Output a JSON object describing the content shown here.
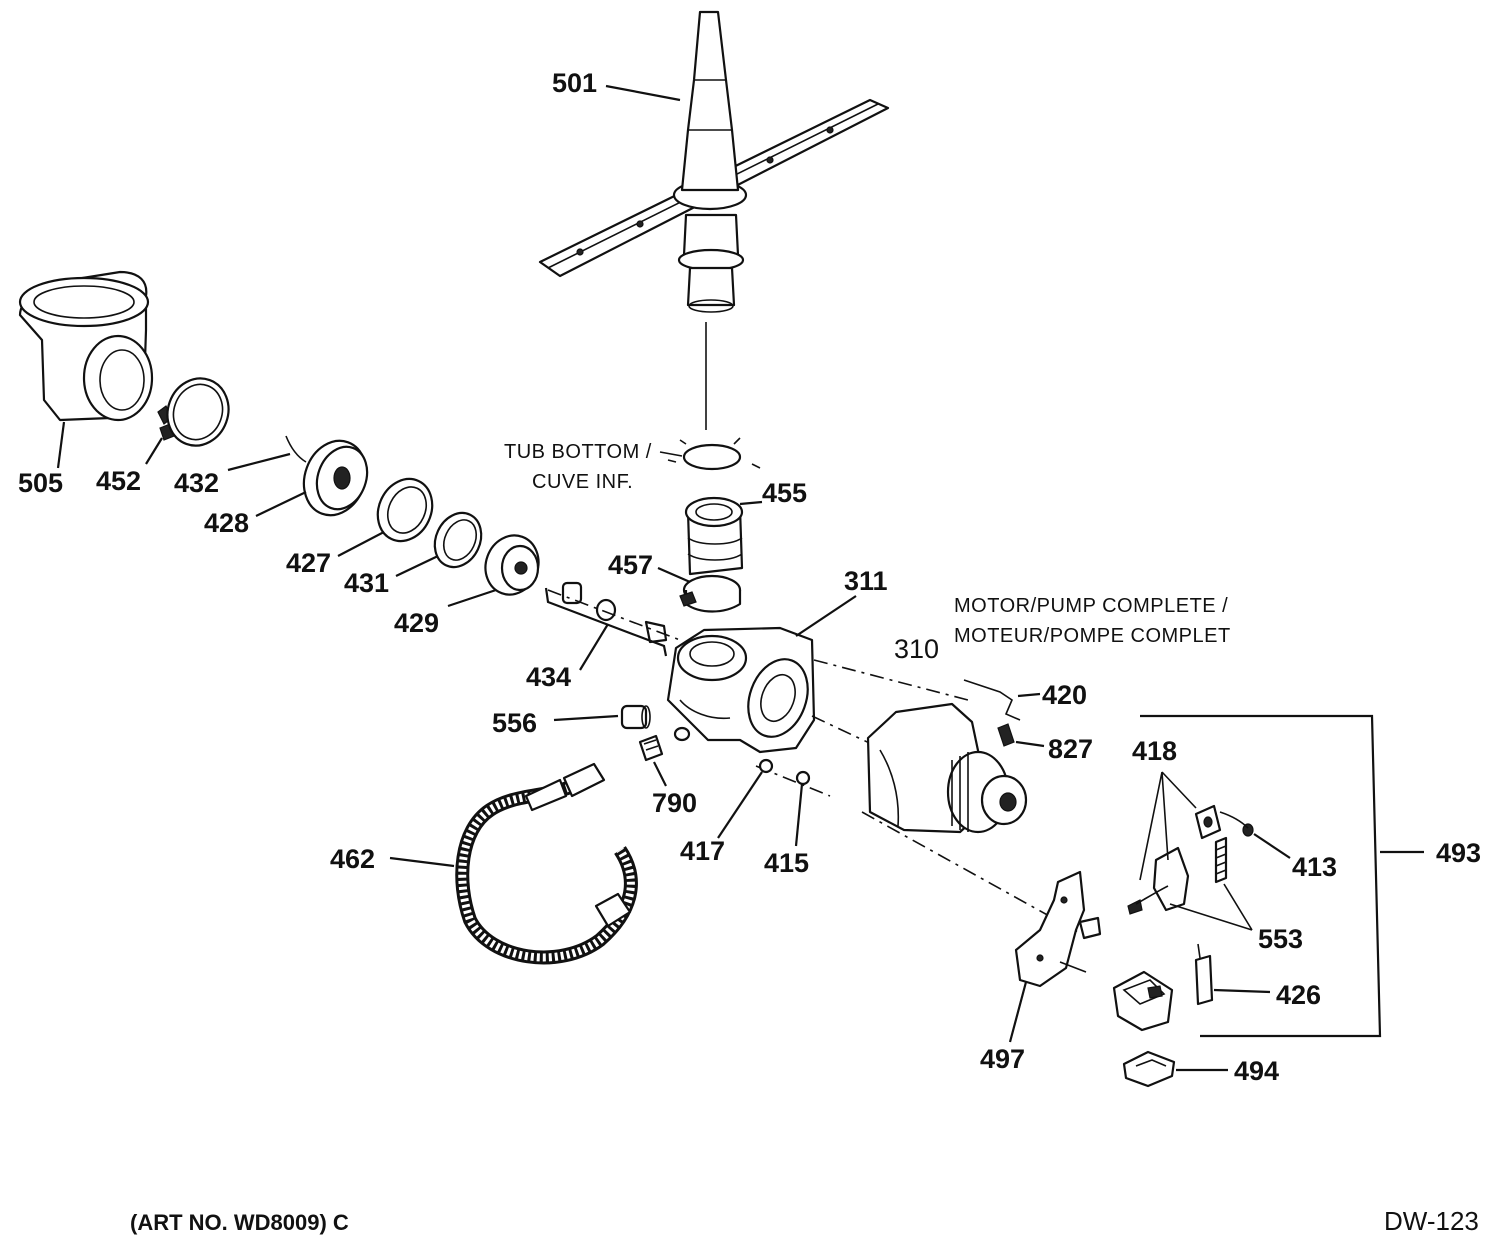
{
  "labels": {
    "p501": "501",
    "p505": "505",
    "p452": "452",
    "p432": "432",
    "p428": "428",
    "p427": "427",
    "p431": "431",
    "p429": "429",
    "p455": "455",
    "p457": "457",
    "p311": "311",
    "p310": "310",
    "p434": "434",
    "p556": "556",
    "p790": "790",
    "p462": "462",
    "p417": "417",
    "p415": "415",
    "p420": "420",
    "p827": "827",
    "p418": "418",
    "p413": "413",
    "p553": "553",
    "p426": "426",
    "p493": "493",
    "p497": "497",
    "p494": "494"
  },
  "notes": {
    "tub_line1": "TUB BOTTOM /",
    "tub_line2": "CUVE INF.",
    "motor_line1": "MOTOR/PUMP COMPLETE /",
    "motor_line2": "MOTEUR/POMPE COMPLET"
  },
  "footer": {
    "art_no": "(ART NO. WD8009) C",
    "page_code": "DW-123"
  }
}
